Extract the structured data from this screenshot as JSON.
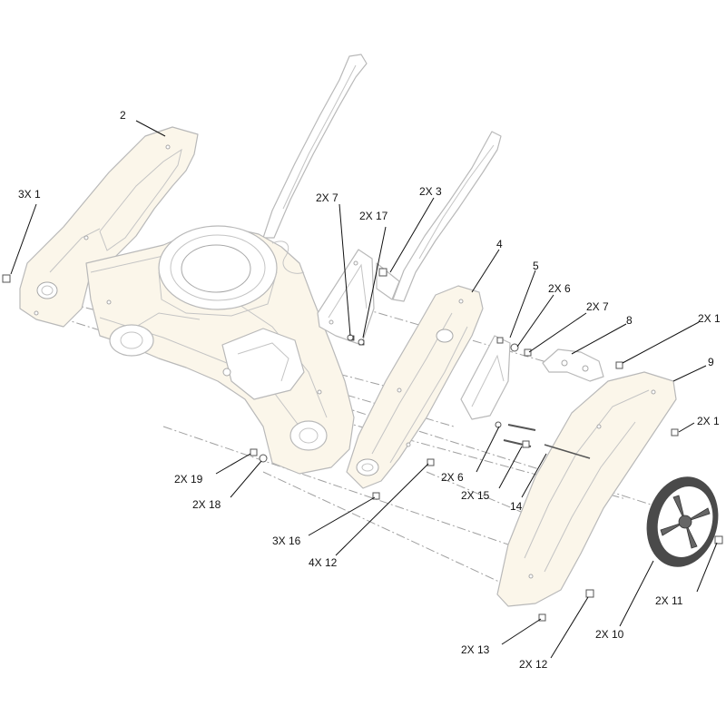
{
  "callouts": [
    {
      "id": "c1",
      "label": "2"
    },
    {
      "id": "c2",
      "label": "3X 1"
    },
    {
      "id": "c3",
      "label": "2X 7"
    },
    {
      "id": "c4",
      "label": "2X 17"
    },
    {
      "id": "c5",
      "label": "2X 3"
    },
    {
      "id": "c6",
      "label": "4"
    },
    {
      "id": "c7",
      "label": "5"
    },
    {
      "id": "c8",
      "label": "2X 6"
    },
    {
      "id": "c9",
      "label": "2X 7"
    },
    {
      "id": "c10",
      "label": "8"
    },
    {
      "id": "c11",
      "label": "2X 1"
    },
    {
      "id": "c12",
      "label": "9"
    },
    {
      "id": "c13",
      "label": "2X 1"
    },
    {
      "id": "c14",
      "label": "2X 19"
    },
    {
      "id": "c15",
      "label": "2X 18"
    },
    {
      "id": "c16",
      "label": "3X 16"
    },
    {
      "id": "c17",
      "label": "4X 12"
    },
    {
      "id": "c18",
      "label": "2X  6"
    },
    {
      "id": "c19",
      "label": "2X 15"
    },
    {
      "id": "c20",
      "label": "14"
    },
    {
      "id": "c21",
      "label": "2X 11"
    },
    {
      "id": "c22",
      "label": "2X 10"
    },
    {
      "id": "c23",
      "label": "2X 13"
    },
    {
      "id": "c24",
      "label": "2X 12"
    }
  ]
}
